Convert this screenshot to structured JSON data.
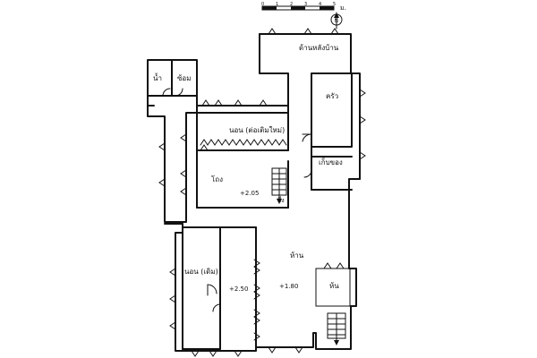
{
  "scale_bar": {
    "ticks": [
      "0",
      "1",
      "2",
      "3",
      "4",
      "5"
    ],
    "unit": "ม."
  },
  "north": {
    "letter": "N"
  },
  "rooms": {
    "veranda_back": "ด้านหลังบ้าน",
    "bathroom": "น้ำ",
    "storage_small": "ซ้อม",
    "kitchen": "ครัว",
    "storeroom": "เก็บของ",
    "bedroom_new": "นอน (ต่อเติมใหม่)",
    "hall": "โถง",
    "hall_level": "+2.05",
    "bedroom_original": "นอน (เดิม)",
    "left_room_level": "+2.50",
    "corridor_level": "+1.80",
    "house_area": "ห้าน",
    "stair_room": "ห้น",
    "stair_down": "ลึ่ง"
  }
}
